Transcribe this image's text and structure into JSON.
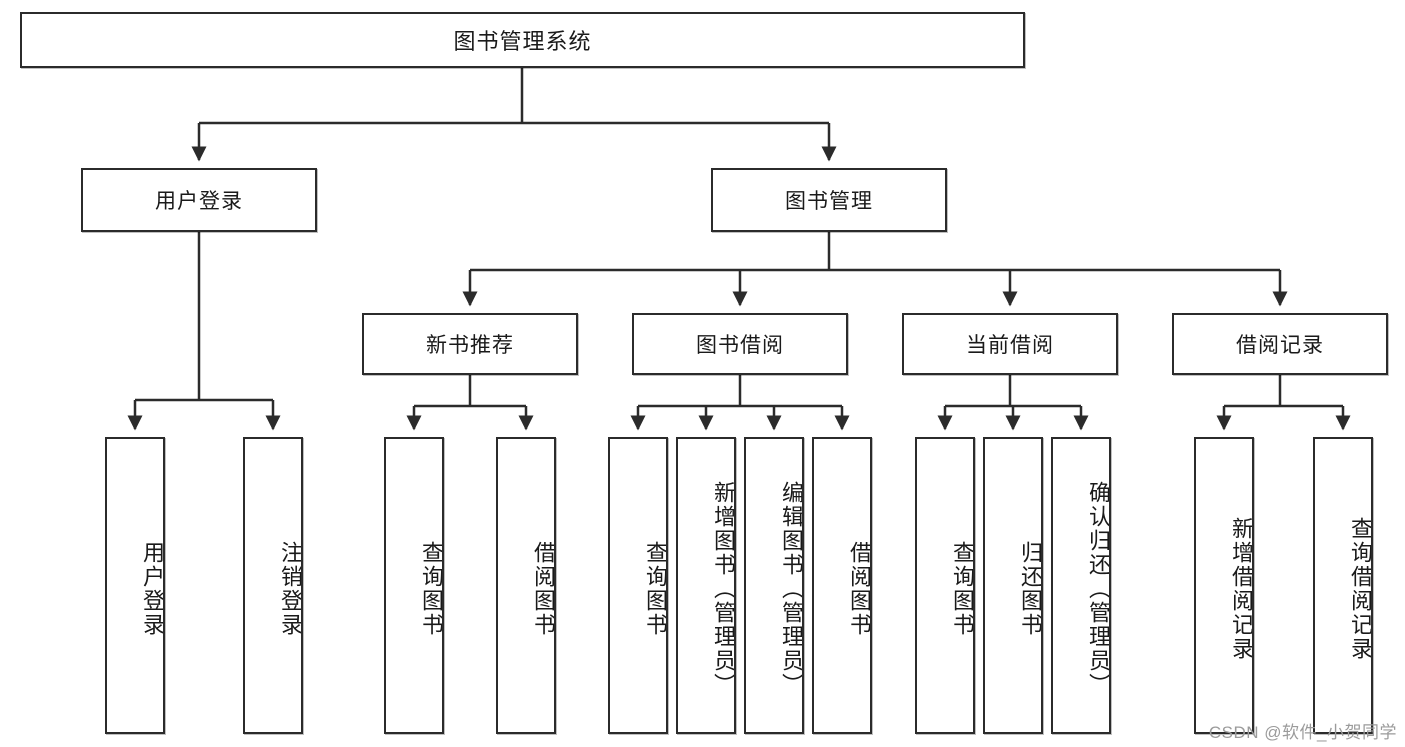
{
  "diagram": {
    "title": "图书管理系统",
    "type": "tree-structure-chart",
    "root": {
      "id": "root",
      "label": "图书管理系统"
    },
    "level2": [
      {
        "id": "user-login",
        "label": "用户登录"
      },
      {
        "id": "book-manage",
        "label": "图书管理"
      }
    ],
    "level3": [
      {
        "id": "new-book-recommend",
        "label": "新书推荐"
      },
      {
        "id": "book-borrow",
        "label": "图书借阅"
      },
      {
        "id": "current-borrow",
        "label": "当前借阅"
      },
      {
        "id": "borrow-record",
        "label": "借阅记录"
      }
    ],
    "leaves": {
      "user_login": [
        {
          "id": "leaf-user-login",
          "label": "用户登录"
        },
        {
          "id": "leaf-logout-login",
          "label": "注销登录"
        }
      ],
      "new_book_recommend": [
        {
          "id": "leaf-query-book-1",
          "label": "查询图书"
        },
        {
          "id": "leaf-borrow-book-1",
          "label": "借阅图书"
        }
      ],
      "book_borrow": [
        {
          "id": "leaf-query-book-2",
          "label": "查询图书"
        },
        {
          "id": "leaf-add-book",
          "label": "新增图书（管理员）"
        },
        {
          "id": "leaf-edit-book",
          "label": "编辑图书（管理员）"
        },
        {
          "id": "leaf-borrow-book-2",
          "label": "借阅图书"
        }
      ],
      "current_borrow": [
        {
          "id": "leaf-query-book-3",
          "label": "查询图书"
        },
        {
          "id": "leaf-return-book",
          "label": "归还图书"
        },
        {
          "id": "leaf-confirm-return",
          "label": "确认归还（管理员）"
        }
      ],
      "borrow_record": [
        {
          "id": "leaf-add-record",
          "label": "新增借阅记录"
        },
        {
          "id": "leaf-query-record",
          "label": "查询借阅记录"
        }
      ]
    }
  },
  "watermark": {
    "text": "CSDN @软件_小贺同学"
  },
  "colors": {
    "border": "#2b2b2b",
    "text": "#1a1a1a",
    "background": "#ffffff",
    "watermark": "#9b9b9b"
  }
}
